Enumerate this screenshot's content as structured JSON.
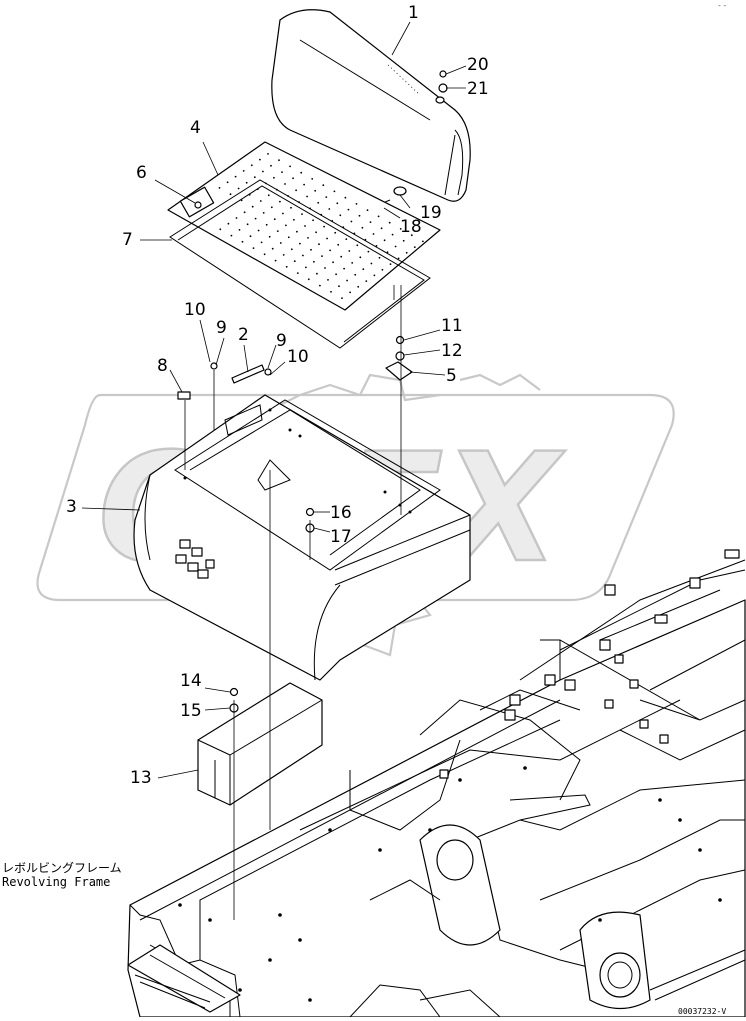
{
  "diagram": {
    "callouts": [
      "1",
      "2",
      "3",
      "4",
      "5",
      "6",
      "7",
      "8",
      "9",
      "9",
      "10",
      "10",
      "11",
      "12",
      "13",
      "14",
      "15",
      "16",
      "17",
      "18",
      "19",
      "20",
      "21"
    ],
    "watermark_text": "OREX",
    "frame_label_jp": "レボルビングフレーム",
    "frame_label_en": "Revolving Frame",
    "drawing_ref": "00037232-V",
    "corner_marks": "- -"
  }
}
